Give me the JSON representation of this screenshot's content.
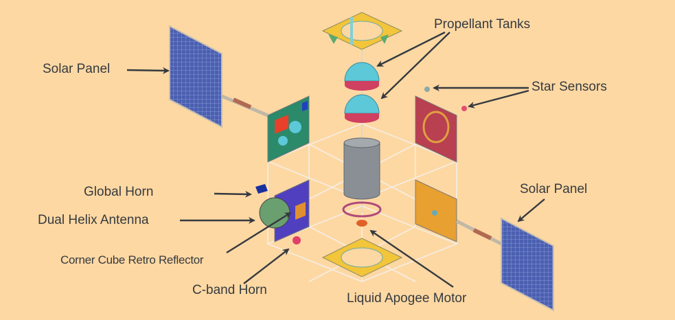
{
  "diagram": {
    "labels": {
      "propellant_tanks": "Propellant Tanks",
      "star_sensors": "Star Sensors",
      "solar_panel_left": "Solar Panel",
      "solar_panel_right": "Solar Panel",
      "global_horn": "Global Horn",
      "dual_helix_antenna": "Dual Helix Antenna",
      "corner_cube": "Corner Cube Retro Reflector",
      "c_band_horn": "C-band Horn",
      "liquid_apogee_motor": "Liquid Apogee Motor"
    },
    "colors": {
      "background": "#fed8a3",
      "text": "#353a3f",
      "arrow": "#353a3f",
      "solar": "#4a5fb0",
      "tank": "#5cc8d8",
      "tank_band": "#d04060",
      "deck": "#f2c53a",
      "cylinder": "#8a8f96"
    }
  }
}
